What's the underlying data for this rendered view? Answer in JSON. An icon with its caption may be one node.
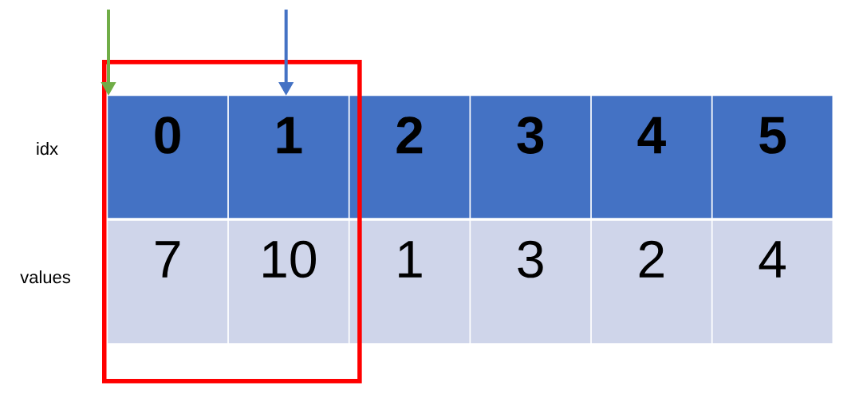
{
  "diagram": {
    "nodes": [
      {
        "text": [],
        "shape": "box"
      },
      {
        "text": [
          "0"
        ],
        "in": 0
      },
      {
        "text": [
          "1"
        ],
        "in": 0
      },
      {
        "text": [
          "2"
        ]
      },
      {
        "text": [
          "3"
        ]
      },
      {
        "text": [
          "4"
        ]
      },
      {
        "text": [
          "5"
        ]
      },
      {
        "text": [
          "7"
        ],
        "in": 0
      },
      {
        "text": [
          "10"
        ],
        "in": 0
      },
      {
        "text": [
          "1"
        ]
      },
      {
        "text": [
          "3"
        ]
      },
      {
        "text": [
          "2"
        ]
      },
      {
        "text": [
          "4"
        ]
      }
    ],
    "edges": [
      {
        "from": null,
        "to": 1,
        "arrow": "to",
        "color": "#70ad47"
      },
      {
        "from": null,
        "to": 2,
        "arrow": "to",
        "color": "#4472c4"
      }
    ],
    "labels": [
      "idx",
      "values"
    ]
  }
}
